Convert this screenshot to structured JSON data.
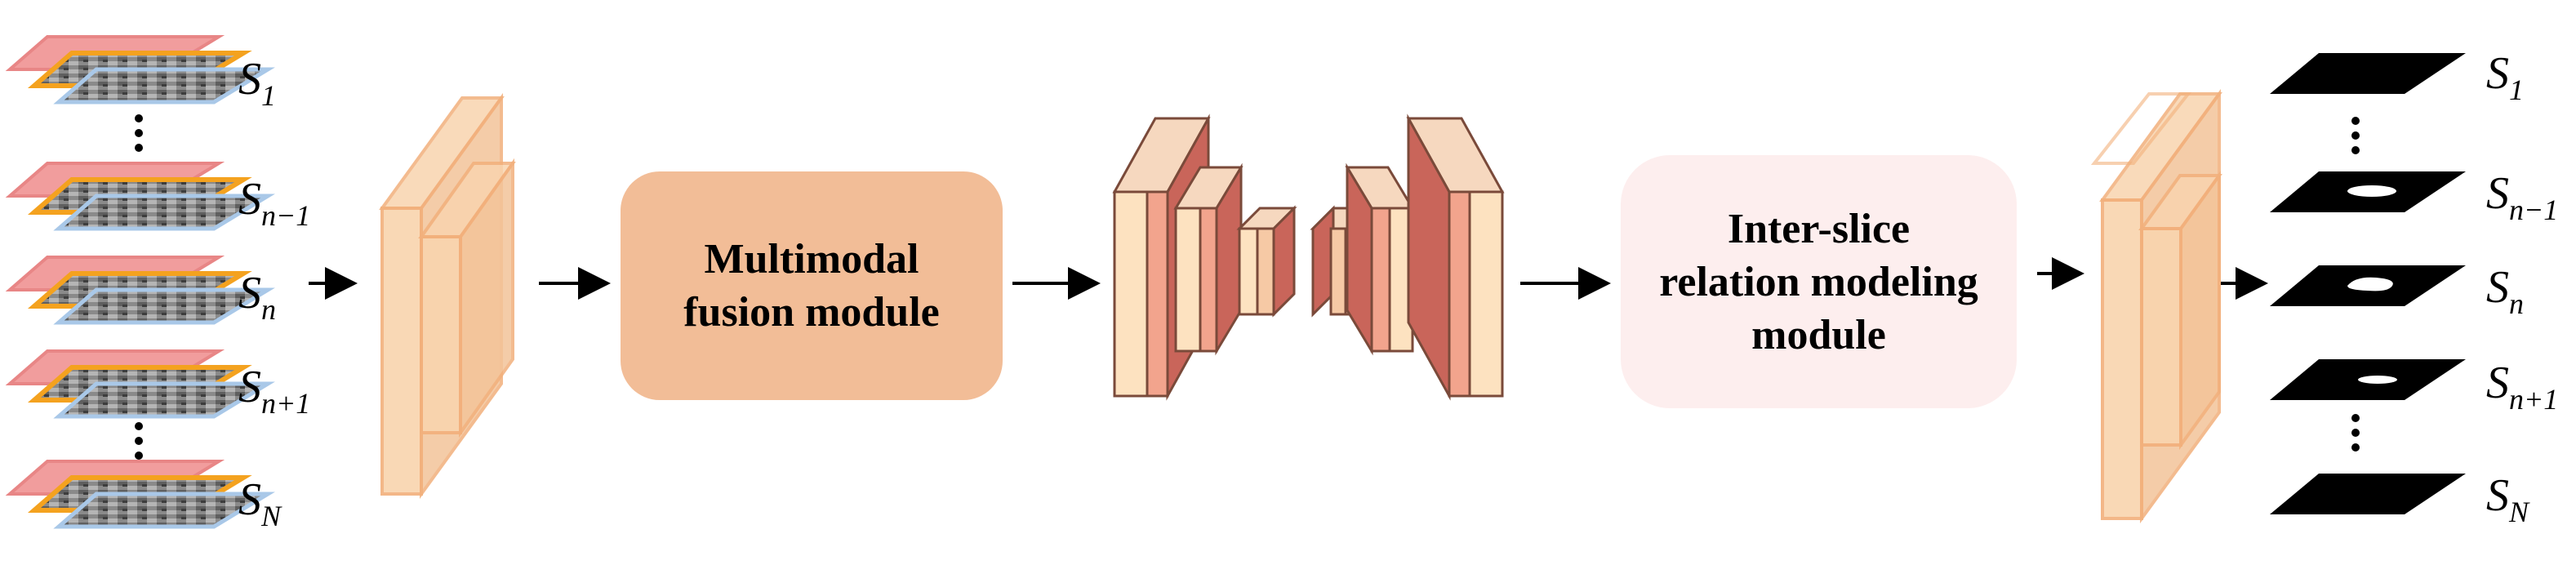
{
  "modules": {
    "fusion": "Multimodal\nfusion module",
    "relation": "Inter-slice\nrelation modeling\nmodule"
  },
  "input_slices": [
    {
      "base": "S",
      "sub": "1"
    },
    {
      "base": "S",
      "sub": "n−1"
    },
    {
      "base": "S",
      "sub": "n"
    },
    {
      "base": "S",
      "sub": "n+1"
    },
    {
      "base": "S",
      "sub": "N"
    }
  ],
  "output_slices": [
    {
      "base": "S",
      "sub": "1"
    },
    {
      "base": "S",
      "sub": "n−1"
    },
    {
      "base": "S",
      "sub": "n"
    },
    {
      "base": "S",
      "sub": "n+1"
    },
    {
      "base": "S",
      "sub": "N"
    }
  ],
  "colors": {
    "fusion_fill": "#f2bd97",
    "relation_fill": "#fdeeee",
    "feature_fill": "#f9d4ae",
    "feature_stroke": "#f2b07c",
    "modality_red": "#ef8c8c",
    "modality_orange": "#f4a21f",
    "modality_blue": "#a9c8e8",
    "unet_light": "#fde2c0",
    "unet_dark": "#d9796b",
    "unet_stroke": "#7a4a3a"
  }
}
